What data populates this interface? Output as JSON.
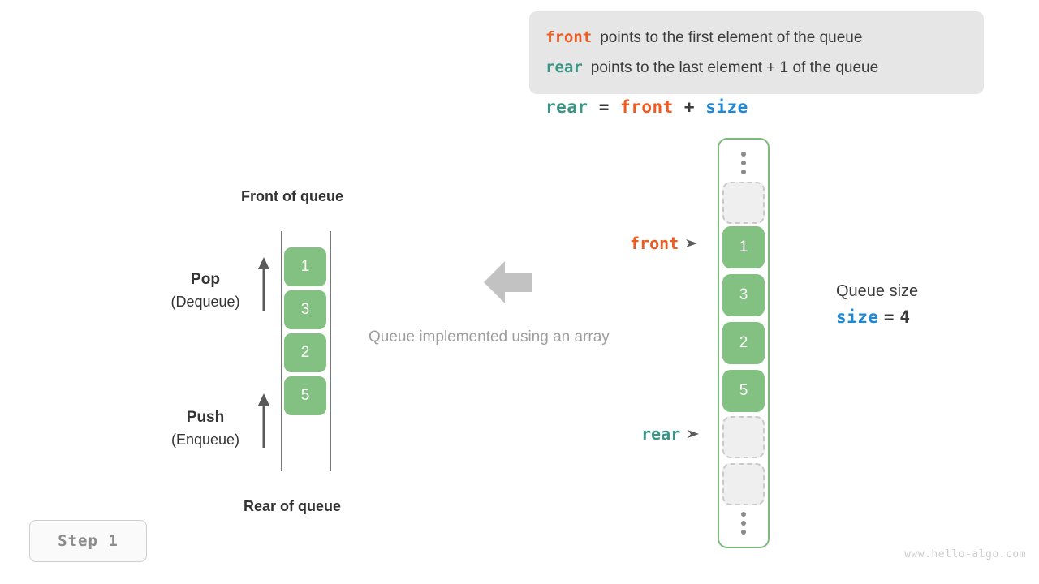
{
  "info_box": {
    "lines": [
      {
        "keyword": "front",
        "keyword_color": "#ed5b21",
        "description": "points to the first element of the queue"
      },
      {
        "keyword": "rear",
        "keyword_color": "#3b9585",
        "description": "points to the last element + 1 of the queue"
      }
    ]
  },
  "formula": {
    "lhs": "rear",
    "eq": "=",
    "rhs1": "front",
    "plus": "+",
    "rhs2": "size"
  },
  "left_queue": {
    "top_label": "Front of queue",
    "bottom_label": "Rear of queue",
    "values": [
      "1",
      "3",
      "2",
      "5"
    ],
    "pop": {
      "name": "Pop",
      "sub": "(Dequeue)"
    },
    "push": {
      "name": "Push",
      "sub": "(Enqueue)"
    }
  },
  "center": {
    "caption": "Queue implemented using an array",
    "arrow_color": "#c2c2c2"
  },
  "array": {
    "border_color": "#7cba7c",
    "filled_color": "#83c183",
    "empty_color": "#efefef",
    "slots": [
      {
        "kind": "dots",
        "value": ""
      },
      {
        "kind": "empty",
        "value": ""
      },
      {
        "kind": "filled",
        "value": "1"
      },
      {
        "kind": "filled",
        "value": "3"
      },
      {
        "kind": "filled",
        "value": "2"
      },
      {
        "kind": "filled",
        "value": "5"
      },
      {
        "kind": "empty",
        "value": ""
      },
      {
        "kind": "empty",
        "value": ""
      },
      {
        "kind": "dots",
        "value": ""
      }
    ],
    "pointers": {
      "front": {
        "label": "front",
        "color": "#ed5b21"
      },
      "rear": {
        "label": "rear",
        "color": "#3b9585"
      }
    }
  },
  "size_note": {
    "title": "Queue size",
    "keyword": "size",
    "keyword_color": "#2089d6",
    "operator": "=",
    "value": "4"
  },
  "step_badge": {
    "label": "Step 1"
  },
  "watermark": {
    "text": "www.hello-algo.com"
  }
}
